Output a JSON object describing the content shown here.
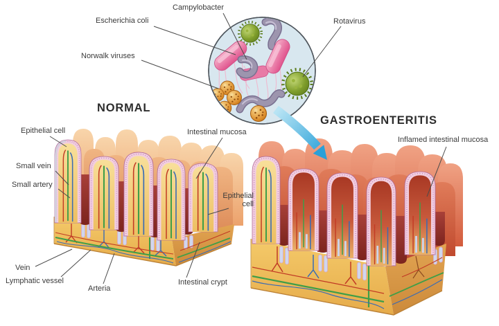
{
  "figure": {
    "type": "medical-illustration-gastroenteritis",
    "inset": {
      "labels": {
        "campylobacter": "Campylobacter",
        "escherichia_coli": "Escherichia coli",
        "norwalk_viruses": "Norwalk viruses",
        "rotavirus": "Rotavirus"
      }
    },
    "normal_section": {
      "title": "NORMAL",
      "labels": {
        "epithelial_cell_left": "Epithelial cell",
        "small_vein": "Small vein",
        "small_artery": "Small artery",
        "intestinal_mucosa": "Intestinal mucosa",
        "epithelial_cell_right": "Epithelial cell",
        "vein": "Vein",
        "lymphatic_vessel": "Lymphatic vessel",
        "arteria": "Arteria",
        "intestinal_crypt": "Intestinal crypt"
      }
    },
    "gastro_section": {
      "title": "GASTROENTERITIS",
      "labels": {
        "inflamed_intestinal_mucosa": "Inflamed intestinal mucosa"
      }
    },
    "colors": {
      "inset_background": "#d8e7ef",
      "inset_border": "#4e555c",
      "ecoli_pink": "#e863a0",
      "campylobacter_gray": "#9a92a8",
      "rotavirus_green": "#7f9e2c",
      "norwalk_orange": "#e49a3c",
      "arrow_blue": "#2aa0d8",
      "normal_villi_peach": "#f0b184",
      "inflamed_villi_red": "#d96042",
      "submucosa_gold": "#eec05e",
      "artery_red": "#c23a25",
      "vein_blue": "#3a6cb4",
      "lymph_green": "#3f9e48",
      "epithelium_pink": "#f3cede"
    }
  }
}
